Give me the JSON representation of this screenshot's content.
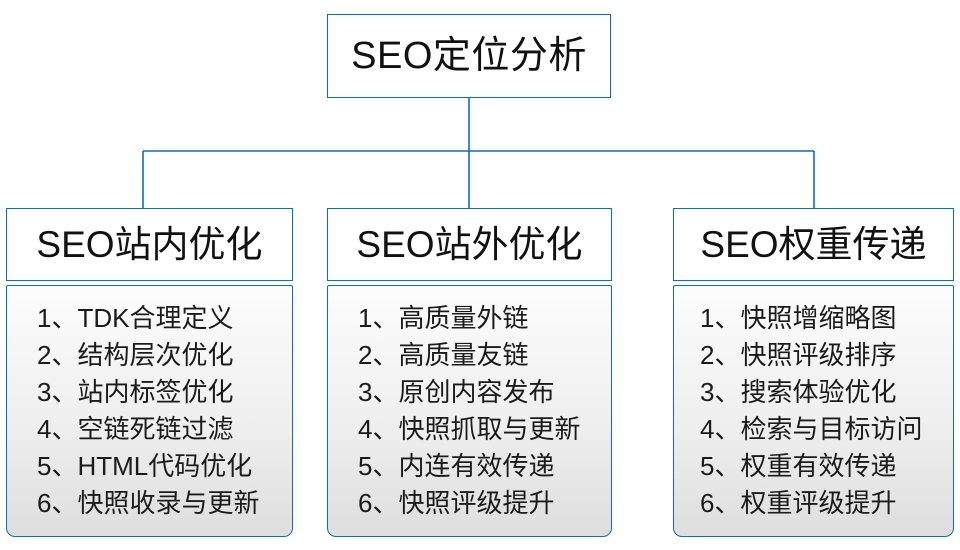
{
  "diagram": {
    "type": "org-tree",
    "colors": {
      "border": "#0b6fc0",
      "root_fill": "#ffffff",
      "branch_head_fill": "#ffffff",
      "branch_body_fill_top": "#fdfdfd",
      "branch_body_fill_bottom": "#dedede",
      "text": "#111111"
    },
    "root": {
      "label": "SEO定位分析"
    },
    "branches": [
      {
        "title": "SEO站内优化",
        "items": [
          {
            "index": "1、",
            "text": "TDK合理定义"
          },
          {
            "index": "2、",
            "text": "结构层次优化"
          },
          {
            "index": "3、",
            "text": "站内标签优化"
          },
          {
            "index": "4、",
            "text": "空链死链过滤"
          },
          {
            "index": "5、",
            "text": "HTML代码优化"
          },
          {
            "index": "6、",
            "text": "快照收录与更新"
          }
        ]
      },
      {
        "title": "SEO站外优化",
        "items": [
          {
            "index": "1、",
            "text": "高质量外链"
          },
          {
            "index": "2、",
            "text": "高质量友链"
          },
          {
            "index": "3、",
            "text": "原创内容发布"
          },
          {
            "index": "4、",
            "text": "快照抓取与更新"
          },
          {
            "index": "5、",
            "text": "内连有效传递"
          },
          {
            "index": "6、",
            "text": "快照评级提升"
          }
        ]
      },
      {
        "title": "SEO权重传递",
        "items": [
          {
            "index": "1、",
            "text": "快照增缩略图"
          },
          {
            "index": "2、",
            "text": "快照评级排序"
          },
          {
            "index": "3、",
            "text": "搜索体验优化"
          },
          {
            "index": "4、",
            "text": "检索与目标访问"
          },
          {
            "index": "5、",
            "text": "权重有效传递"
          },
          {
            "index": "6、",
            "text": "权重评级提升"
          }
        ]
      }
    ]
  }
}
